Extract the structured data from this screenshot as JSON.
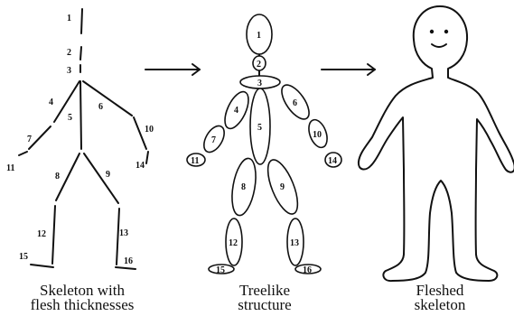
{
  "panels": [
    {
      "caption_line1": "Skeleton with",
      "caption_line2": "flesh thicknesses",
      "segment_labels": [
        "1",
        "2",
        "3",
        "4",
        "5",
        "6",
        "7",
        "8",
        "9",
        "10",
        "11",
        "12",
        "13",
        "14",
        "15",
        "16"
      ]
    },
    {
      "caption_line1": "Treelike",
      "caption_line2": "structure",
      "segment_labels": [
        "1",
        "2",
        "3",
        "4",
        "5",
        "6",
        "7",
        "8",
        "9",
        "10",
        "11",
        "12",
        "13",
        "14",
        "15",
        "16"
      ]
    },
    {
      "caption_line1": "Fleshed",
      "caption_line2": "skeleton"
    }
  ],
  "arrows": [
    "arrow-1-to-2",
    "arrow-2-to-3"
  ]
}
